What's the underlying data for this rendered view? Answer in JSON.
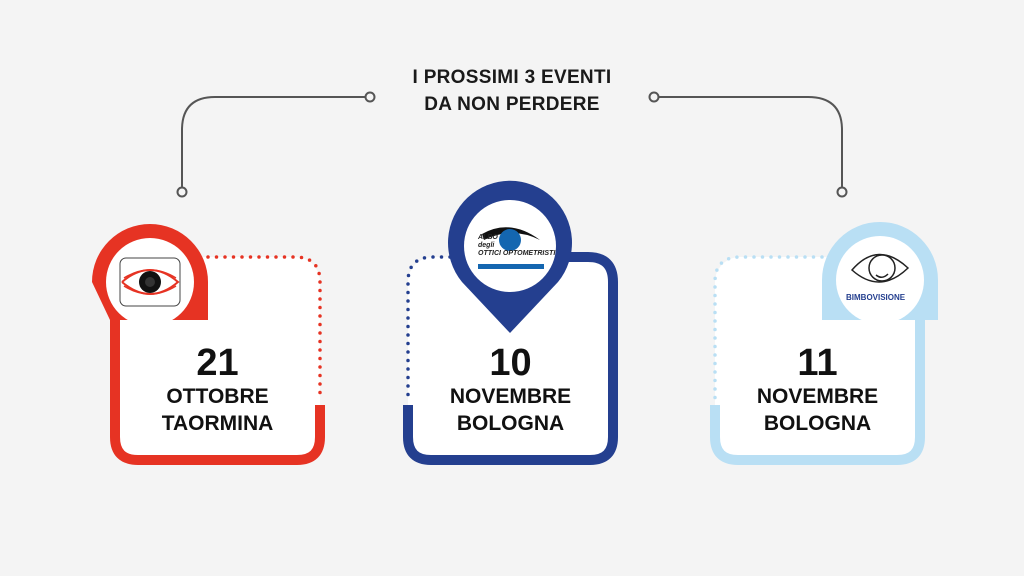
{
  "title": {
    "line1": "I PROSSIMI 3 EVENTI",
    "line2": "DA NON PERDERE"
  },
  "colors": {
    "red": "#e63323",
    "blue": "#243f8f",
    "light_blue": "#b9dff4",
    "text": "#111111"
  },
  "events": [
    {
      "day": "21",
      "month": "OTTOBRE",
      "city": "TAORMINA",
      "logo": "eye-logo"
    },
    {
      "day": "10",
      "month": "NOVEMBRE",
      "city": "BOLOGNA",
      "logo_lines": [
        "ALBO",
        "degli",
        "OTTICI OPTOMETRISTI"
      ]
    },
    {
      "day": "11",
      "month": "NOVEMBRE",
      "city": "BOLOGNA",
      "logo_text": "BIMBOVISIONE"
    }
  ]
}
